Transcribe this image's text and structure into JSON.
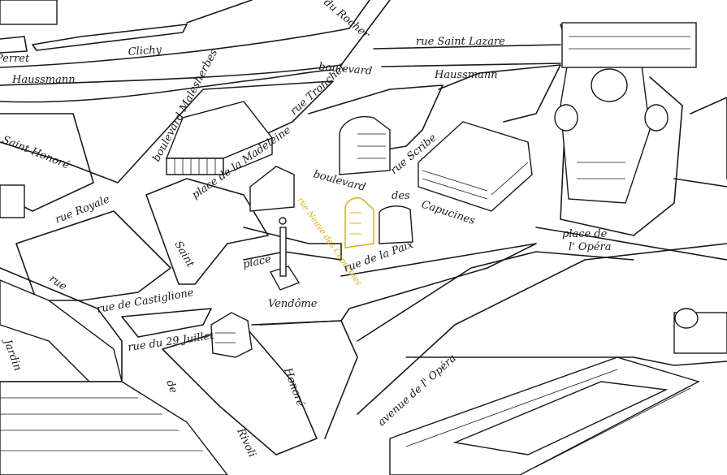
{
  "map": {
    "accent_color": "#e3ad0c",
    "line_color": "#1a1a1a",
    "labels": {
      "perret": "Perret",
      "clichy": "Clichy",
      "rocher": "du Rocher",
      "saint_lazare": "rue Saint Lazare",
      "haussmann_left": "Haussmann",
      "boulevard_top": "boulevard",
      "haussmann_right": "Haussmann",
      "malesherbes": "boulevard Malesherbes",
      "tronchet": "rue Tronchet",
      "saint_honore_left": "Saint Honoré",
      "madeleine": "place de la Madeleine",
      "scribe": "rue Scribe",
      "royale": "rue Royale",
      "boulevard_mid": "boulevard",
      "des": "des",
      "capucines": "Capucines",
      "neuve_capucines": "rue Neuve des Capucines",
      "rue_paix": "rue de la Paix",
      "place_opera_1": "place de",
      "place_opera_2": "l' Opéra",
      "place": "place",
      "vendome": "Vendôme",
      "saint": "Saint",
      "castiglione": "rue de Castiglione",
      "juillet": "rue du 29 Juillet",
      "honore_bottom": "Honoré",
      "de": "de",
      "rivoli": "Rivoli",
      "avenue_opera": "avenue  de  l' Opéra",
      "jardin": "Jardin",
      "rue_left": "rue"
    }
  }
}
